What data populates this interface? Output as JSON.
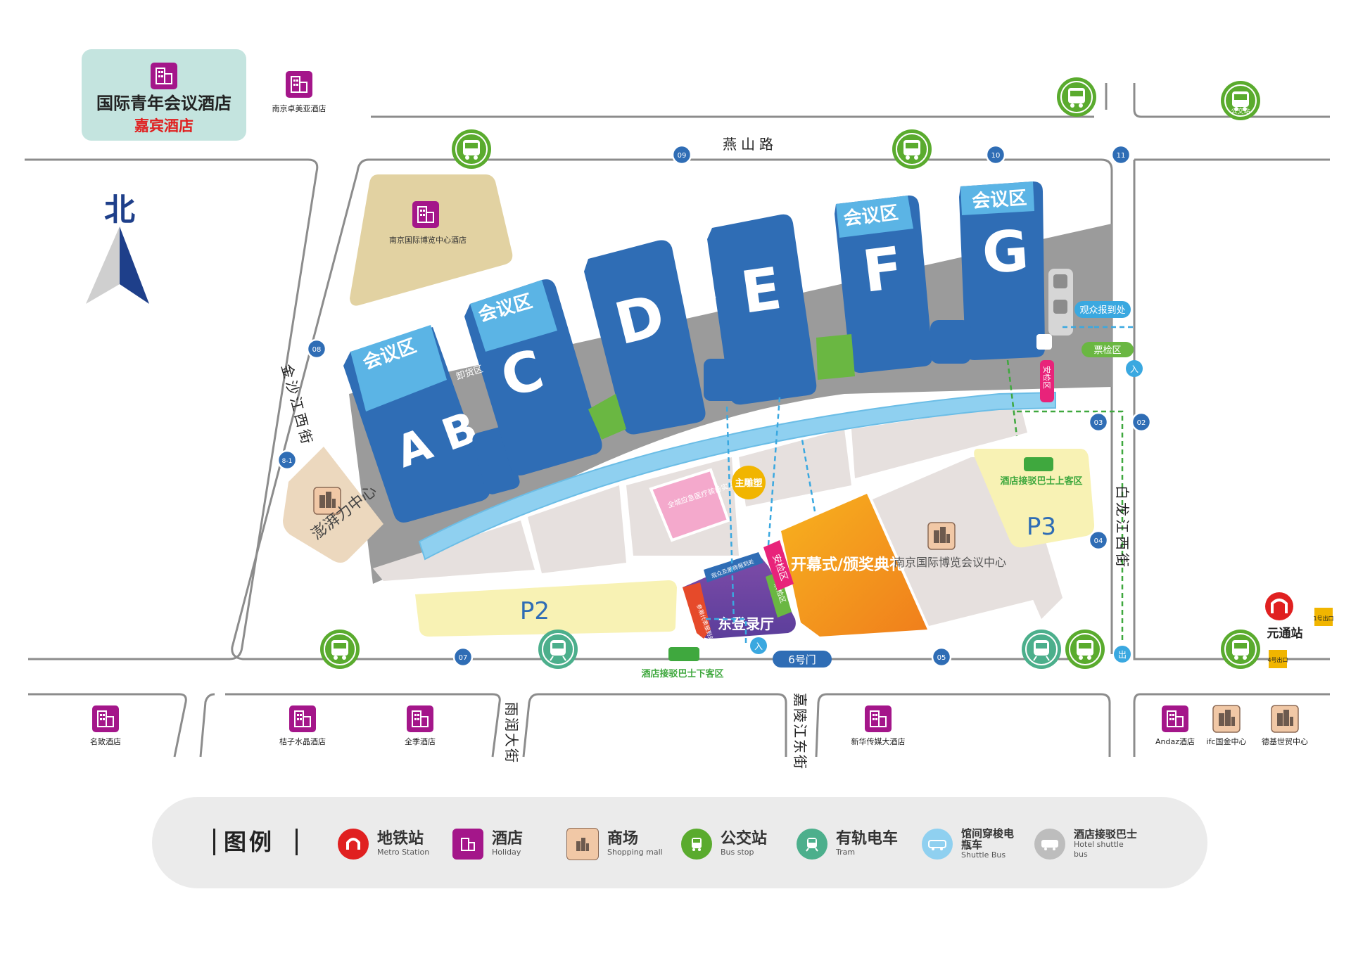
{
  "map": {
    "north_label": "北",
    "roads": {
      "yanshan": "燕山路",
      "jinsha": "金沙江西街",
      "bailong": "白龙江西街",
      "yurun": "雨润大街",
      "jialing": "嘉陵江东街"
    },
    "halls": {
      "AB": "A B",
      "C": "C",
      "D": "D",
      "E": "E",
      "F": "F",
      "G": "G",
      "meeting_label": "会议区"
    },
    "unloading_label": "卸货区",
    "hotels": {
      "top_hotel_name": "国际青年会议酒店",
      "top_hotel_sub": "嘉宾酒店",
      "zhuomeiya": "南京卓美亚酒店",
      "expo_hotel": "南京国际博览中心酒店",
      "mingzhi": "名致酒店",
      "juzi": "桔子水晶酒店",
      "quanji": "全季酒店",
      "xinhua": "新华传媒大酒店",
      "andaz": "Andaz酒店",
      "ifc": "ifc国金中心",
      "dejin": "德基世贸中心"
    },
    "areas": {
      "pengpai": "澎湃力中心",
      "main_sculpture": "主雕塑",
      "medical": "全城应急医疗装备实景展秀场",
      "opening": "开幕式/颁奖典礼",
      "conference_center": "南京国际博览会议中心",
      "east_hall": "东登录厅",
      "visitor_reg_inner": "观众及展商报到处",
      "vip_reg": "参展代表报到处",
      "security_left": "安检区",
      "ticket_left": "票检区",
      "security_right": "安检区",
      "ticket_right": "票检区",
      "visitor_reg": "观众报到处",
      "p2": "P2",
      "p3": "P3",
      "shuttle_pickup": "酒店接驳巴士上客区",
      "shuttle_dropoff": "酒店接驳巴士下客区",
      "gate6": "6号门",
      "entry": "入",
      "exit": "出",
      "bus_stop": "公交站",
      "metro_station": "元通站",
      "exit1": "1号出口",
      "exit4": "4号出口"
    },
    "gates": [
      "08",
      "8-1",
      "09",
      "10",
      "11",
      "02",
      "03",
      "04",
      "05",
      "07"
    ]
  },
  "legend": {
    "title": "图例",
    "items": [
      {
        "cn": "地铁站",
        "en": "Metro Station"
      },
      {
        "cn": "酒店",
        "en": "Holiday"
      },
      {
        "cn": "商场",
        "en": "Shopping mall"
      },
      {
        "cn": "公交站",
        "en": "Bus stop"
      },
      {
        "cn": "有轨电车",
        "en": "Tram"
      },
      {
        "cn": "馆间穿梭电瓶车",
        "en": "Shuttle Bus"
      },
      {
        "cn": "酒店接驳巴士",
        "en": "Hotel shuttle bus"
      }
    ]
  },
  "colors": {
    "hall_blue": "#2f6db5",
    "meeting_blue": "#5bb4e5",
    "hotel_purple": "#a4168a",
    "bus_green": "#5aab2e",
    "tram_green": "#4caf8c",
    "orange": "#f39a1e",
    "road_gray": "#9a9a9a"
  }
}
